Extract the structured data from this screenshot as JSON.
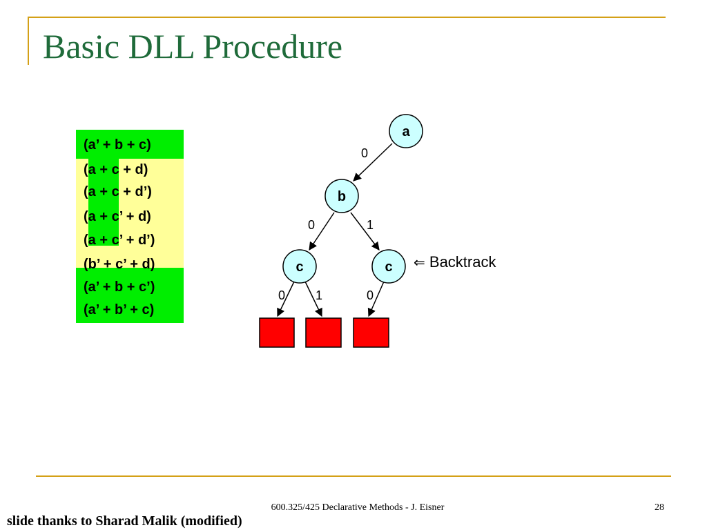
{
  "slide": {
    "title": "Basic DLL Procedure",
    "footer_center": "600.325/425 Declarative Methods - J. Eisner",
    "page_number": "28",
    "credit": "slide thanks to Sharad Malik (modified)"
  },
  "clauses": [
    "(a’ + b + c)",
    "(a + c + d)",
    "(a + c + d’)",
    "(a + c’ + d)",
    "(a + c’ + d’)",
    "(b’ + c’ + d)",
    "(a’ + b + c’)",
    "(a’ + b’ + c)"
  ],
  "tree": {
    "nodes": {
      "a": "a",
      "b": "b",
      "c_left": "c",
      "c_right": "c"
    },
    "edges": {
      "a_b": "0",
      "b_cleft": "0",
      "b_cright": "1",
      "cleft_leaf1": "0",
      "cleft_leaf2": "1",
      "cright_leaf3": "0"
    },
    "backtrack_arrow": "⇐",
    "backtrack_label": "Backtrack",
    "colors": {
      "node_fill": "#ccffff",
      "conflict_fill": "#ff0000",
      "clause_green": "#00ee00",
      "clause_yellow": "#ffff99"
    }
  }
}
